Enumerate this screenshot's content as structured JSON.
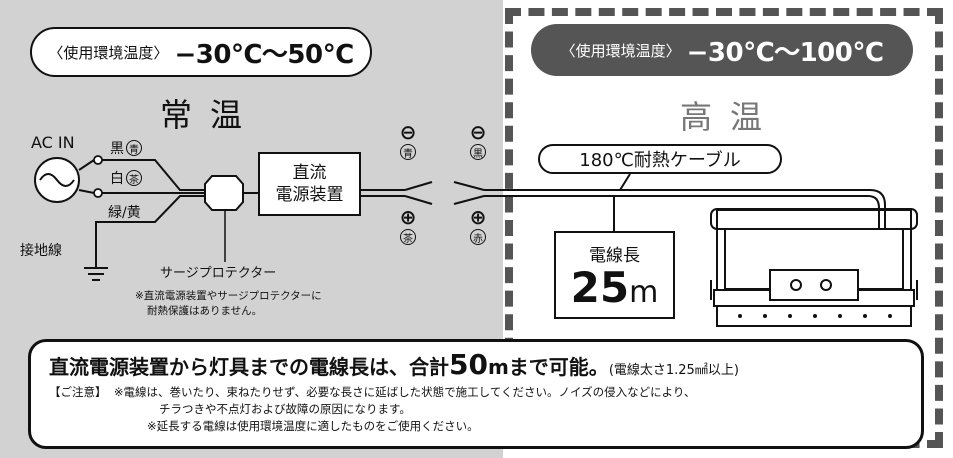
{
  "left_zone": {
    "env_label": "〈使用環境温度〉",
    "env_range": "−30℃〜50℃",
    "title": "常温"
  },
  "right_zone": {
    "env_label": "〈使用環境温度〉",
    "env_range": "−30℃〜100℃",
    "title": "高温"
  },
  "wiring": {
    "ac_in": "AC IN",
    "wire_black_label": "黒",
    "wire_black_alt": "青",
    "wire_white_label": "白",
    "wire_white_alt": "茶",
    "wire_green_label": "緑/黄",
    "ground_label": "接地線",
    "surge_label": "サージプロテクター",
    "psu_line1": "直流",
    "psu_line2": "電源装置",
    "psu_note_line1": "※直流電源装置やサージプロテクターに",
    "psu_note_line2": "耐熱保護はありません。",
    "minus_symbol": "⊖",
    "plus_symbol": "⊕",
    "left_minus_color": "青",
    "left_plus_color": "茶",
    "right_minus_color": "黒",
    "right_plus_color": "赤"
  },
  "cable": {
    "label": "180℃耐熱ケーブル",
    "length_label": "電線長",
    "length_value": "25",
    "length_unit": "m"
  },
  "note": {
    "headline_pre": "直流電源装置から灯具までの電線長は、合計",
    "headline_num": "50",
    "headline_post": "mまで可能。",
    "headline_sub": "(電線太さ1.25㎟以上)",
    "caution_label": "【ご注意】",
    "line1": "※電線は、巻いたり、束ねたりせず、必要な長さに延ばした状態で施工してください。ノイズの侵入などにより、",
    "line2": "チラつきや不点灯および故障の原因になります。",
    "line3": "※延長する電線は使用環境温度に適したものをご使用ください。"
  },
  "colors": {
    "zone_gray": "#d2d2d2",
    "dark": "#555555"
  }
}
